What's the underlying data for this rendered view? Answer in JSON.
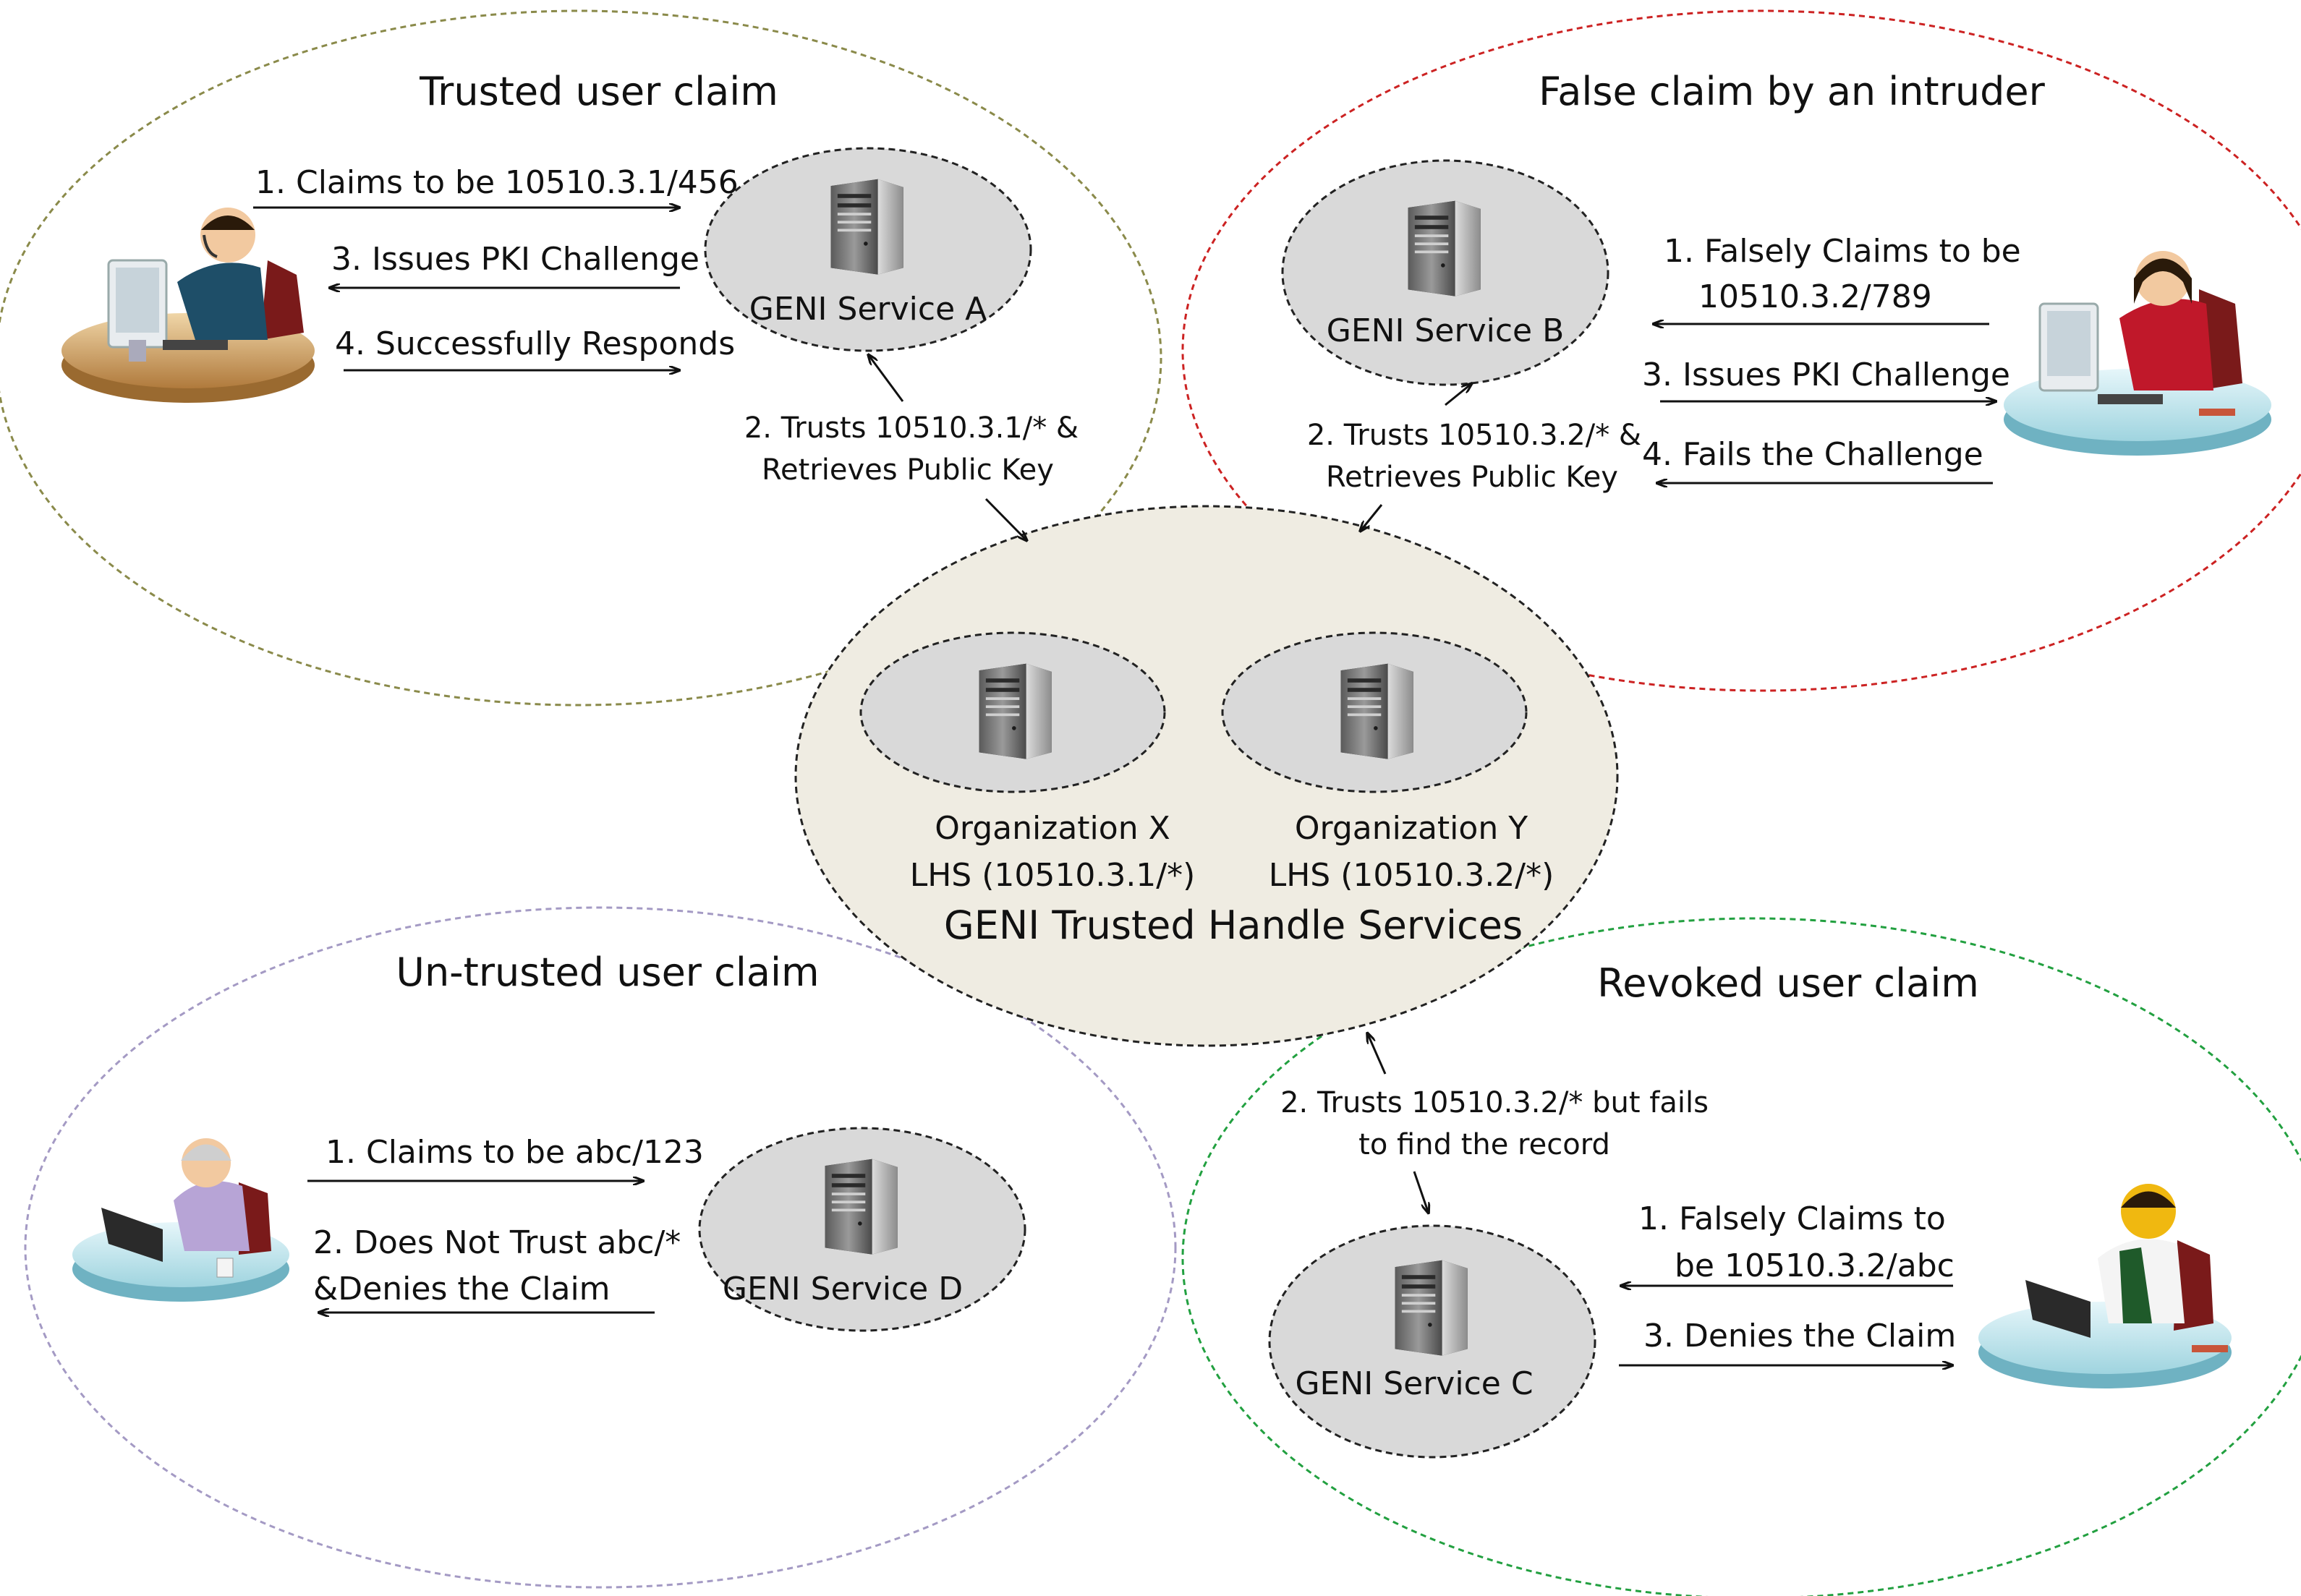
{
  "regions": {
    "trusted": {
      "title": "Trusted user claim",
      "service": "GENI Service A",
      "step1": "1. Claims to be 10510.3.1/456",
      "step3": "3. Issues PKI Challenge",
      "step4": "4. Successfully Responds",
      "step2_line1": "2. Trusts 10510.3.1/* &",
      "step2_line2": "Retrieves Public Key"
    },
    "false_claim": {
      "title": "False claim by an intruder",
      "service": "GENI Service B",
      "step1_line1": "1. Falsely Claims to be",
      "step1_line2": "10510.3.2/789",
      "step3": "3. Issues PKI Challenge",
      "step4": "4. Fails the Challenge",
      "step2_line1": "2. Trusts 10510.3.2/* &",
      "step2_line2": "Retrieves Public Key"
    },
    "untrusted": {
      "title": "Un-trusted user claim",
      "service": "GENI Service D",
      "step1": "1. Claims to be abc/123",
      "step2_line1": "2. Does Not Trust abc/*",
      "step2_line2": "&Denies the Claim"
    },
    "revoked": {
      "title": "Revoked user claim",
      "service": "GENI Service C",
      "step1_line1": "1. Falsely Claims to",
      "step1_line2": "be 10510.3.2/abc",
      "step3": "3. Denies the Claim",
      "step2_line1": "2. Trusts 10510.3.2/* but fails",
      "step2_line2": "to find the record"
    }
  },
  "center": {
    "title": "GENI Trusted Handle Services",
    "org_x_line1": "Organization X",
    "org_x_line2": "LHS (10510.3.1/*)",
    "org_y_line1": "Organization Y",
    "org_y_line2": "LHS (10510.3.2/*)"
  },
  "colors": {
    "trusted_border": "#8a8a4a",
    "false_border": "#cc2222",
    "untrusted_border": "#a49ac4",
    "revoked_border": "#22a040",
    "center_fill": "#efece2",
    "service_fill": "#d9d9d9"
  }
}
